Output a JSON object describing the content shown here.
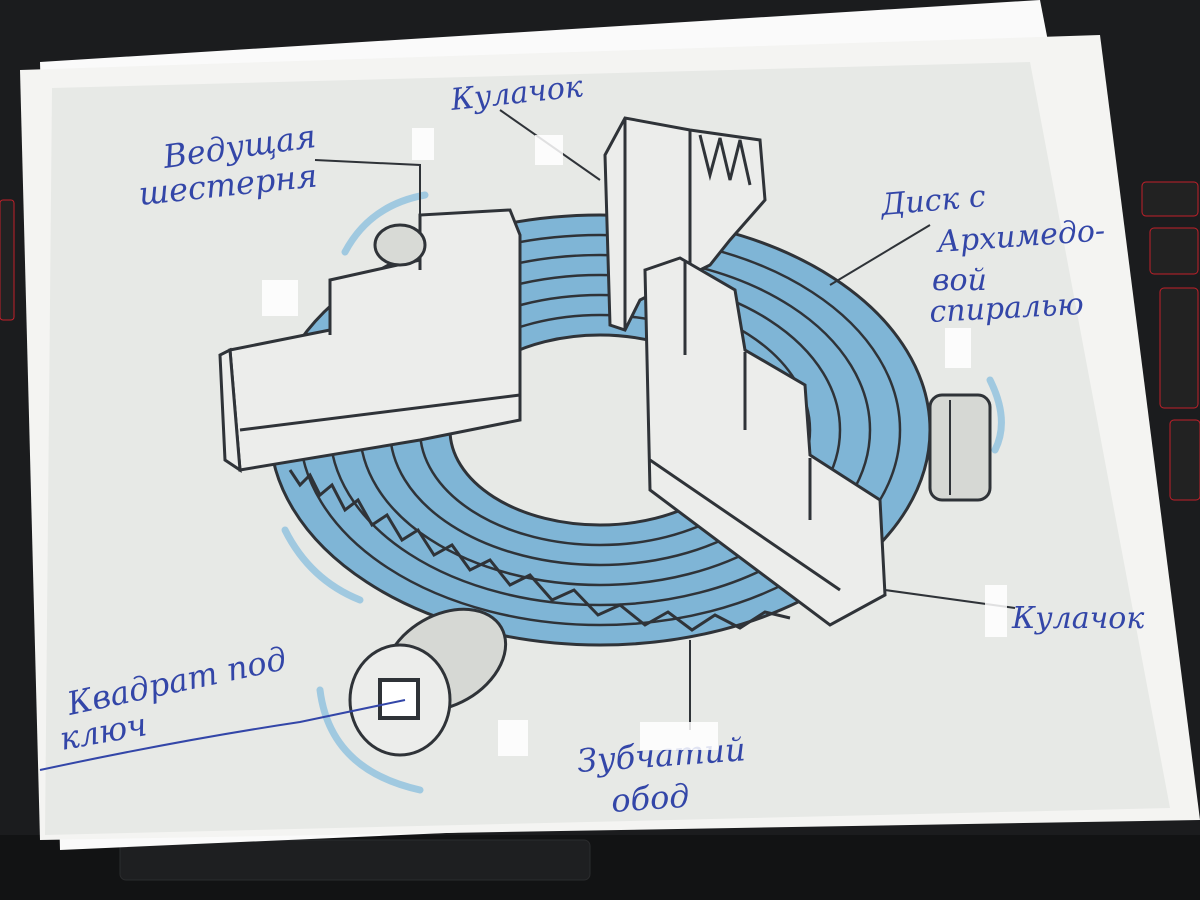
{
  "labels": {
    "driving_gear_line1": "Ведущая",
    "driving_gear_line2": "шестерня",
    "jaw_top": "Кулачок",
    "disc_line1": "Диск с",
    "disc_line2": "Архимедо-",
    "disc_line3": "вой",
    "disc_line4": "спиралью",
    "jaw_bottom_right": "Кулачок",
    "wrench_line1": "Квадрат под",
    "wrench_line2": "ключ",
    "rim_line1": "Зубчатий",
    "rim_line2": "обод"
  },
  "colors": {
    "background": "#1b1c1e",
    "paper": "#f4f4f2",
    "print": "#e7e9e6",
    "spiral_blue": "#7fb5d6",
    "ink_blue": "#3346a8",
    "line": "#2f3338"
  },
  "icons": [
    "keyboard-keys-icon"
  ]
}
